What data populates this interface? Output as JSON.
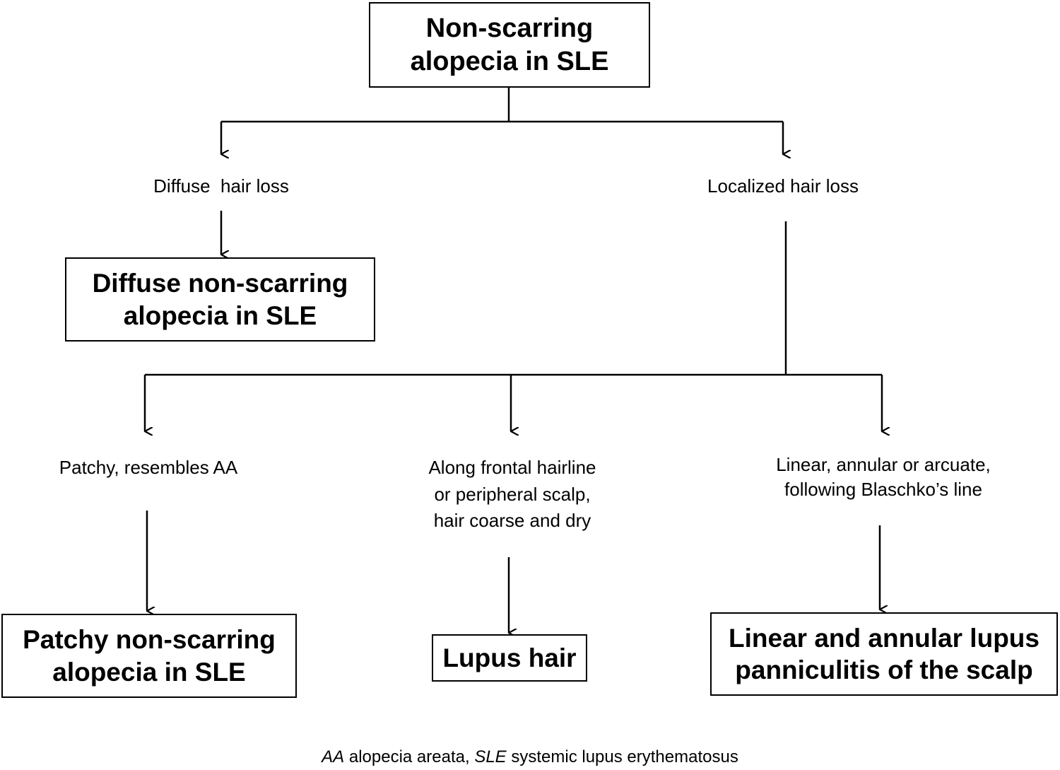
{
  "root": {
    "title": "Non-scarring\nalopecia in SLE"
  },
  "branches": {
    "diffuse": {
      "label": "Diffuse  hair loss",
      "outcome": "Diffuse non-scarring\nalopecia in SLE"
    },
    "localized": {
      "label": "Localized hair loss",
      "patchy": {
        "label": "Patchy, resembles AA",
        "outcome": "Patchy non-scarring\nalopecia in SLE"
      },
      "frontal": {
        "label": "Along frontal hairline\nor peripheral scalp,\nhair coarse and dry",
        "outcome": "Lupus hair"
      },
      "linear": {
        "label": "Linear, annular or arcuate,\nfollowing Blaschko’s line",
        "outcome": "Linear and annular lupus\npanniculitis of the scalp"
      }
    }
  },
  "footnote": {
    "abbr1": "AA",
    "def1": " alopecia areata, ",
    "abbr2": "SLE",
    "def2": " systemic lupus erythematosus"
  }
}
